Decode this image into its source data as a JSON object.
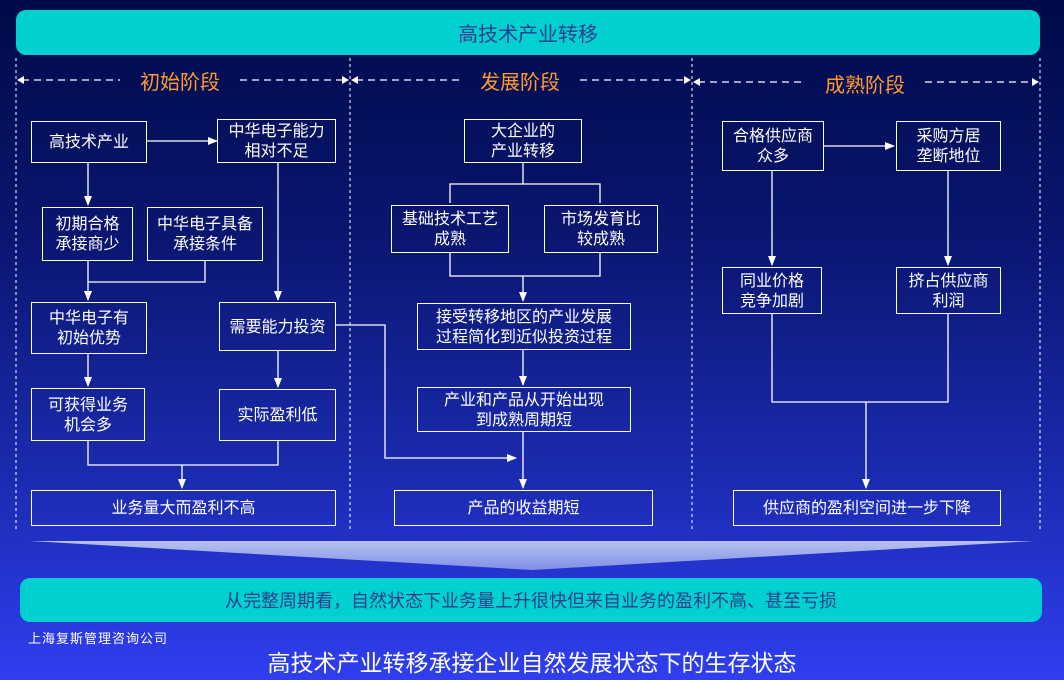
{
  "header": {
    "title": "高技术产业转移"
  },
  "phases": [
    "初始阶段",
    "发展阶段",
    "成熟阶段"
  ],
  "boxes": {
    "b1": "高技术产业",
    "b2": "中华电子能力\n相对不足",
    "b3": "初期合格\n承接商少",
    "b4": "中华电子具备\n承接条件",
    "b5": "中华电子有\n初始优势",
    "b6": "需要能力投资",
    "b7": "可获得业务\n机会多",
    "b8": "实际盈利低",
    "b9": "业务量大而盈利不高",
    "c1": "大企业的\n产业转移",
    "c2": "基础技术工艺\n成熟",
    "c3": "市场发育比\n较成熟",
    "c4": "接受转移地区的产业发展\n过程简化到近似投资过程",
    "c5": "产业和产品从开始出现\n到成熟周期短",
    "c6": "产品的收益期短",
    "d1": "合格供应商\n众多",
    "d2": "采购方居\n垄断地位",
    "d3": "同业价格\n竞争加剧",
    "d4": "挤占供应商\n利润",
    "d5": "供应商的盈利空间进一步下降"
  },
  "conclusion": "从完整周期看，自然状态下业务量上升很快但来自业务的盈利不高、甚至亏损",
  "footer": {
    "company": "上海复斯管理咨询公司",
    "page_title": "高技术产业转移承接企业自然发展状态下的生存状态"
  }
}
